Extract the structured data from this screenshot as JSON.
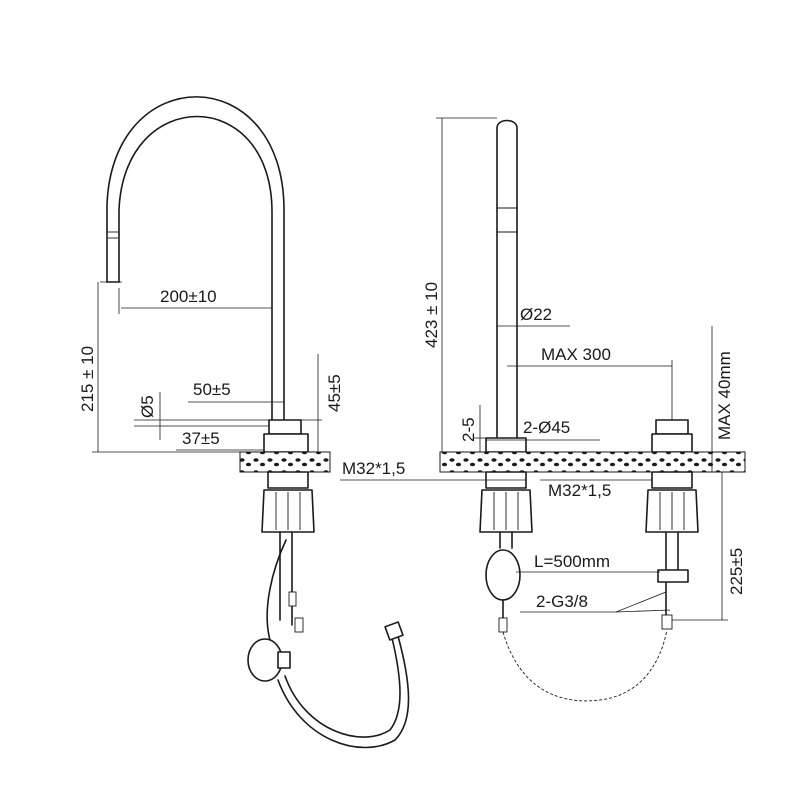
{
  "drawing": {
    "left_view": {
      "label_spout_reach": "200±10",
      "label_total_height": "215 ± 10",
      "label_hole_diameter": "Ø5",
      "label_lever_offset": "50±5",
      "label_lever_height": "45±5",
      "label_base_offset": "37±5"
    },
    "right_view": {
      "label_spout_height": "423 ± 10",
      "label_spout_diameter": "Ø22",
      "label_max_distance": "MAX 300",
      "label_max_deck": "MAX 40mm",
      "label_gap": "2-5",
      "label_base_diameter": "2-Ø45",
      "label_thread_left": "M32*1,5",
      "label_thread_right": "M32*1,5",
      "label_hose_length": "L=500mm",
      "label_connection": "2-G3/8",
      "label_below_deck": "225±5"
    }
  }
}
